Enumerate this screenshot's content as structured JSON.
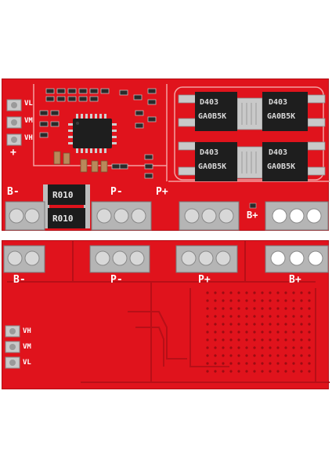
{
  "top_board": {
    "labels": {
      "vl": "VL",
      "vm": "VM",
      "vh": "VH",
      "plus": "+",
      "b_minus": "B-",
      "p_minus": "P-",
      "p_plus": "P+",
      "b_plus": "B+"
    },
    "resistor_1": "R010",
    "resistor_2": "R010",
    "mosfet_line1": "D403",
    "mosfet_line2": "GA0B5K"
  },
  "bottom_board": {
    "labels": {
      "b_minus": "B-",
      "p_minus": "P-",
      "p_plus": "P+",
      "b_plus": "B+",
      "vh": "VH",
      "vm": "VM",
      "vl": "VL"
    }
  },
  "colors": {
    "pcb_red": "#e0131c",
    "pad_silver": "#c9c9c9",
    "silkscreen": "#ffffff",
    "component_black": "#1c1c1c"
  }
}
